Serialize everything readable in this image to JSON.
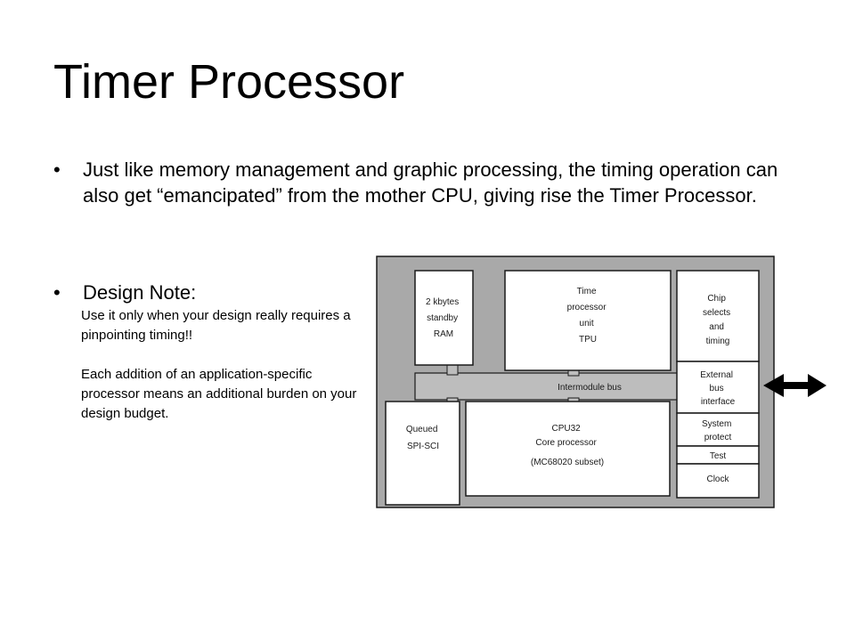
{
  "slide": {
    "title": "Timer Processor",
    "bullet_main": "Just like memory management and graphic processing, the timing operation can also get “emancipated” from the mother CPU, giving rise the Timer Processor.",
    "design_note": {
      "heading": "Design Note:",
      "line1": "Use it only when your design really requires a pinpointing timing!!",
      "line2": "Each addition of an application-specific processor means an additional burden on your design budget."
    },
    "bullet_symbol": "•"
  },
  "diagram": {
    "colors": {
      "background": "#a9a9a9",
      "block": "#ffffff",
      "outline": "#1a1a1a",
      "bus": "#bdbdbd"
    },
    "blocks": {
      "ram": [
        "2 kbytes",
        "standby",
        "RAM"
      ],
      "tpu": [
        "Time",
        "processor",
        "unit",
        "TPU"
      ],
      "chip": [
        "Chip",
        "selects",
        "and",
        "timing"
      ],
      "ext_bus": [
        "External",
        "bus",
        "interface"
      ],
      "sys_protect": [
        "System",
        "protect"
      ],
      "test": [
        "Test"
      ],
      "clock": [
        "Clock"
      ],
      "queued": [
        "Queued",
        "SPI-SCI"
      ],
      "cpu": [
        "CPU32",
        "Core processor",
        "(MC68020 subset)"
      ]
    },
    "bus_label": "Intermodule bus",
    "arrow_icon": "double-headed-arrow-icon"
  }
}
